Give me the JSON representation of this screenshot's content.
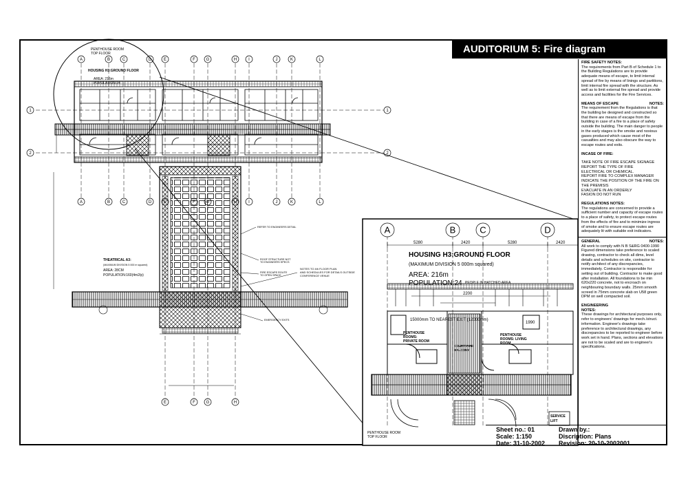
{
  "title": "AUDITORIUM 5: Fire diagram",
  "notes": {
    "fire_safety": {
      "heading": "FIRE SAFETY NOTES:",
      "body": "The requirements from Part B of Schedule 1 to the Building Regulations are to provide adequate means of escape, to limit internal spread of fire by means of linings and partitions, limit internal fire spread with the structure. As well as to limit external fire spread and provide access and facilities for the Fire Services."
    },
    "means_of_escape": {
      "heading": "MEANS OF ESCAPE",
      "heading_right": "NOTES:",
      "body": "The requirement from the Regulations is that the building be designed and constructed so that there are means of escape from the building in case of a fire to a place of safety outside the building. The main danger to people in the early stages is the smoke and noxious gases produced which cause most of the casualties and may also obscure the way to escape routes and exits."
    },
    "incase_of_fire": {
      "heading": "INCASE OF FIRE:",
      "lines": [
        "TAKE NOTE OF FIRE ESCAPE SIGNAGE",
        "REPORT THE TYPE OF FIRE",
        "ELECTRICAL OR CHEMICAL.",
        "REPORT FIRE TO COMPLEX MANAGER",
        "INDICATE THE POSITION OF THE FIRE ON THE PREMISIS",
        "EVACUATE IN AN ORDERLY",
        "FASION DO NOT RUN"
      ]
    },
    "regulations": {
      "heading": "REGULATIONS NOTES:",
      "body": "The regulations are concerned to provide a sufficient number and capacity of escape routes to a place of safety, to protect escape routes from the effects of fire and to minimize ingress of smoke and to ensure escape routes are adequately lit with suitable exit indicators."
    },
    "general": {
      "heading": "GENERAL",
      "heading_right": "NOTES:",
      "body": "All work to comply with N B S&RG 0400-1990 Figured dimensions take preference to scaled drawing, contractor to check all dims, level details and schedules on site, contractor to notify architect of any discrepancies, immediately. Contractor is responsible for setting out of building. Contractor to make good after installation. All foundations to be min 620x220 concrete, not to encroach on neighbouring boundary walls. 25mm smooth screed in 75mm concrete slab on U58 green DPM on well compacted soil."
    },
    "engineering": {
      "heading": "ENGINEERING",
      "heading_right": "NOTES:",
      "body": "These drawings for architectural purposes only, refer to engineers' drawings for mech./struct. information. Engineer's drawings take preference to architectural drawings, any discrepancies to be reported to engineer before work set in hand. Plans, sections and elevations are not to be scaled and are to engineer's specifications."
    }
  },
  "title_block": {
    "sheet": "Sheet no.: 01",
    "scale": "Scale: 1:150",
    "date": "Date: 31-10-2002",
    "drawn_by": "Drawn by.:",
    "description": "Discription: Plans",
    "revision": "Revision: 20-10-2002001"
  },
  "plan_labels": {
    "penthouse_top": "PENTHOUSE ROOM TOP FLOOR",
    "theatrical": "THEATRICAL A3:",
    "area_small": "AREA: 28CM",
    "population_small": "POPULATION:160(4m2/p)",
    "notes_refer": "NOTES TO 4th FLOOR PLAN AND SCHEDULES FOR DETAILS OUTSIDE CONFERENCE VENUE"
  },
  "detail": {
    "title": "HOUSING H3:GROUND FLOOR",
    "max_division": "(MAXIMUM DIVISION 5 000m squared)",
    "area": "AREA: 216m",
    "population": "POPULATION:24",
    "people_note": "PEOPLE IN HATCHED AREA",
    "nearest_exit": "15000mm TO NEAREST EXIT (12000mm)",
    "room1": "PENTHOUSE ROOMS: PRIVATE ROOM",
    "room2": "PENTHOUSE ROOMS: LIVING ROOM",
    "room3": "COURTYARD BALCONY",
    "service": "SERVICE LIFT",
    "penthouse_bottom": "PENTHOUSE ROOM TOP FLOOR",
    "dims": [
      "5280",
      "2420",
      "5280",
      "2420"
    ],
    "dim_mid": "2200",
    "dim_right": "1990"
  },
  "grid_top": [
    "A",
    "B",
    "C",
    "D",
    "E",
    "F",
    "G",
    "H",
    "I",
    "J",
    "K",
    "L"
  ],
  "grid_mid": [
    "A",
    "B",
    "C",
    "D",
    "E",
    "F",
    "G",
    "H",
    "I",
    "J",
    "K",
    "L"
  ],
  "grid_bottom": [
    "E",
    "F",
    "G",
    "H"
  ],
  "grid_side": [
    "1",
    "2"
  ],
  "detail_grid": [
    "A",
    "B",
    "C",
    "D"
  ]
}
